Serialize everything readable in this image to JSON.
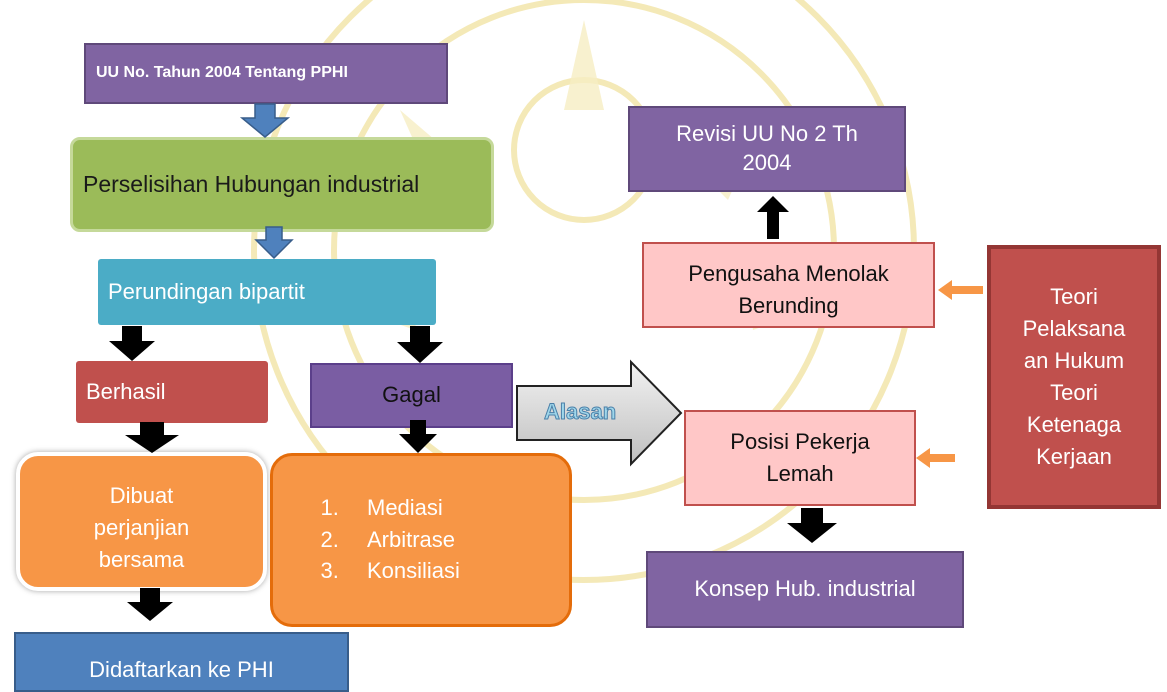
{
  "boxes": {
    "uu": "UU No. Tahun 2004 Tentang PPHI",
    "phi": "Perselisihan Hubungan industrial",
    "bipartit": "Perundingan bipartit",
    "berhasil": "Berhasil",
    "gagal": "Gagal",
    "perjanjian": "Dibuat perjanjian bersama",
    "options": [
      "Mediasi",
      "Arbitrase",
      "Konsiliasi"
    ],
    "didaftarkan": "Didaftarkan ke PHI",
    "revisi": "Revisi UU No 2 Th 2004",
    "pengusaha": "Pengusaha Menolak Berunding",
    "posisi": "Posisi Pekerja Lemah",
    "teori": "Teori Pelaksana an Hukum Teori Ketenaga Kerjaan",
    "konsep": "Konsep Hub. industrial"
  },
  "alasan_label": "Alasan",
  "colors": {
    "purple": "#8064a2",
    "green": "#9bbb59",
    "teal": "#4bacc6",
    "red": "#c0504d",
    "orange": "#f79646",
    "pink": "#ffc7c7",
    "blue": "#4f81bd",
    "arrow_blue": "#4f81bd",
    "arrow_black": "#000000",
    "arrow_orange": "#f79646",
    "watermark": "#f3e7b0"
  }
}
